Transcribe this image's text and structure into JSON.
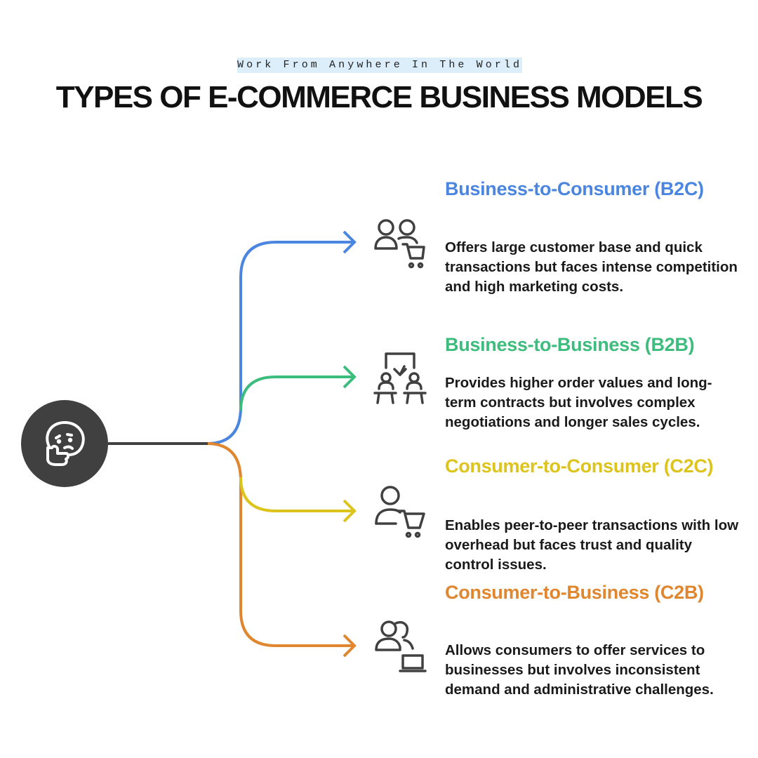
{
  "header": {
    "tagline": "Work From Anywhere In The World",
    "title": "TYPES OF E-COMMERCE BUSINESS MODELS"
  },
  "hub": {
    "icon": "thinking-face-icon",
    "color": "#404040"
  },
  "models": [
    {
      "title": "Business-to-Consumer (B2C)",
      "description": "Offers large customer base and quick transactions but faces intense competition and high marketing costs.",
      "icon": "customers-cart-icon",
      "color": "#4a86e0"
    },
    {
      "title": "Business-to-Business (B2B)",
      "description": "Provides higher order values and long-term contracts but involves complex negotiations and longer sales cycles.",
      "icon": "business-meeting-icon",
      "color": "#3dbd7d"
    },
    {
      "title": "Consumer-to-Consumer (C2C)",
      "description": "Enables peer-to-peer transactions with low overhead but faces trust and quality control issues.",
      "icon": "person-cart-icon",
      "color": "#ddc41c"
    },
    {
      "title": "Consumer-to-Business (C2B)",
      "description": "Allows consumers to offer services to businesses but involves inconsistent demand and administrative challenges.",
      "icon": "people-laptop-icon",
      "color": "#e0862f"
    }
  ]
}
